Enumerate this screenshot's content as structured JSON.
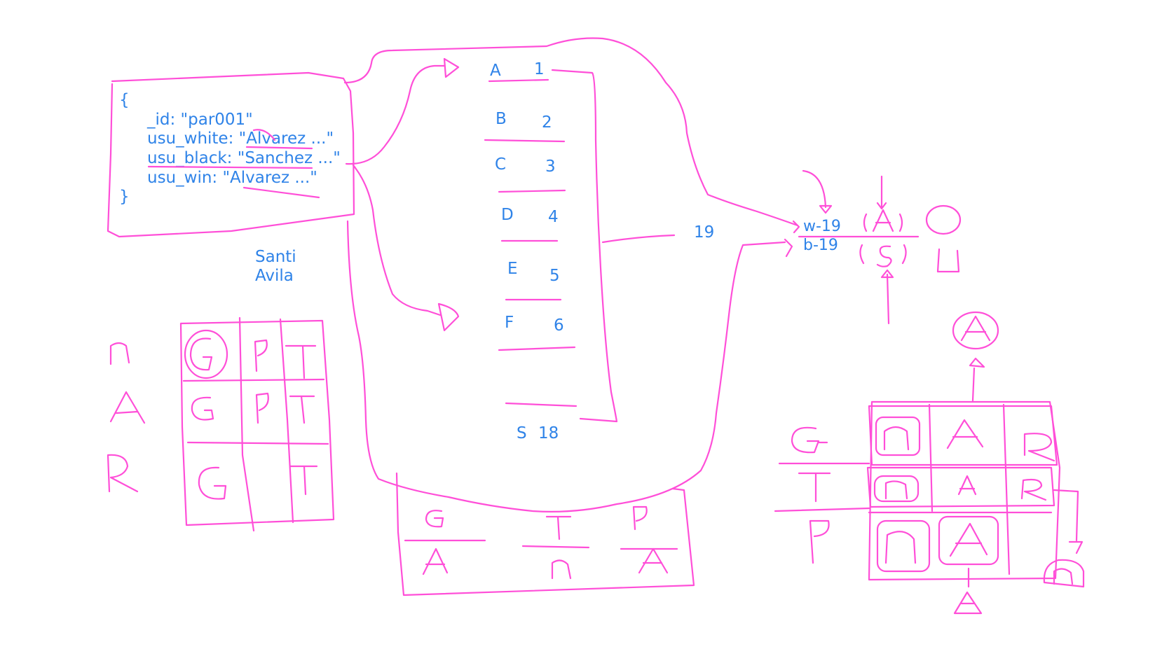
{
  "document": {
    "open_brace": "{",
    "close_brace": "}",
    "lines": [
      "_id: \"par001\"",
      "usu_white: \"Alvarez ...\"",
      "usu_black: \"Sanchez ...\"",
      "usu_win: \"Alvarez ...\""
    ]
  },
  "author": {
    "first": "Santi",
    "last": "Avila"
  },
  "list": {
    "rows": [
      {
        "letter": "A",
        "number": "1"
      },
      {
        "letter": "B",
        "number": "2"
      },
      {
        "letter": "C",
        "number": "3"
      },
      {
        "letter": "D",
        "number": "4"
      },
      {
        "letter": "E",
        "number": "5"
      },
      {
        "letter": "F",
        "number": "6"
      }
    ],
    "last_row": {
      "letter": "S",
      "number": "18"
    },
    "count_label": "19"
  },
  "scores": {
    "white": "w-19",
    "black": "b-19"
  },
  "colors": {
    "ink": "#ff4fd8",
    "text": "#2f83e8",
    "background": "#ffffff"
  }
}
